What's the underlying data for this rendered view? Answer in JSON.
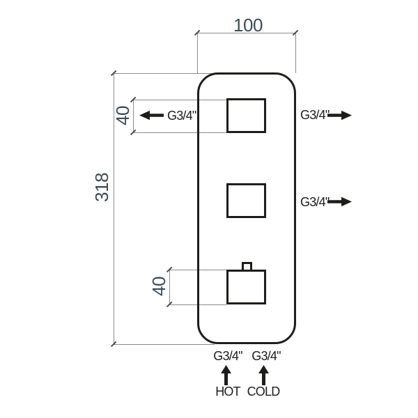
{
  "colors": {
    "outline": "#1d1d1b",
    "dimension_line": "#8b8b8b",
    "dimension_text": "#3c4b59",
    "label_text": "#1c1c1c",
    "background": "#ffffff"
  },
  "dimensions": {
    "overall_width": "100",
    "overall_height": "318",
    "top_port_offset": "40",
    "bottom_port_offset": "40"
  },
  "ports": {
    "left_outlet": {
      "thread": "G3/4\""
    },
    "right_top_outlet": {
      "thread": "G3/4\""
    },
    "right_middle_outlet": {
      "thread": "G3/4\""
    },
    "hot_inlet": {
      "thread": "G3/4\"",
      "label": "HOT"
    },
    "cold_inlet": {
      "thread": "G3/4\"",
      "label": "COLD"
    }
  }
}
